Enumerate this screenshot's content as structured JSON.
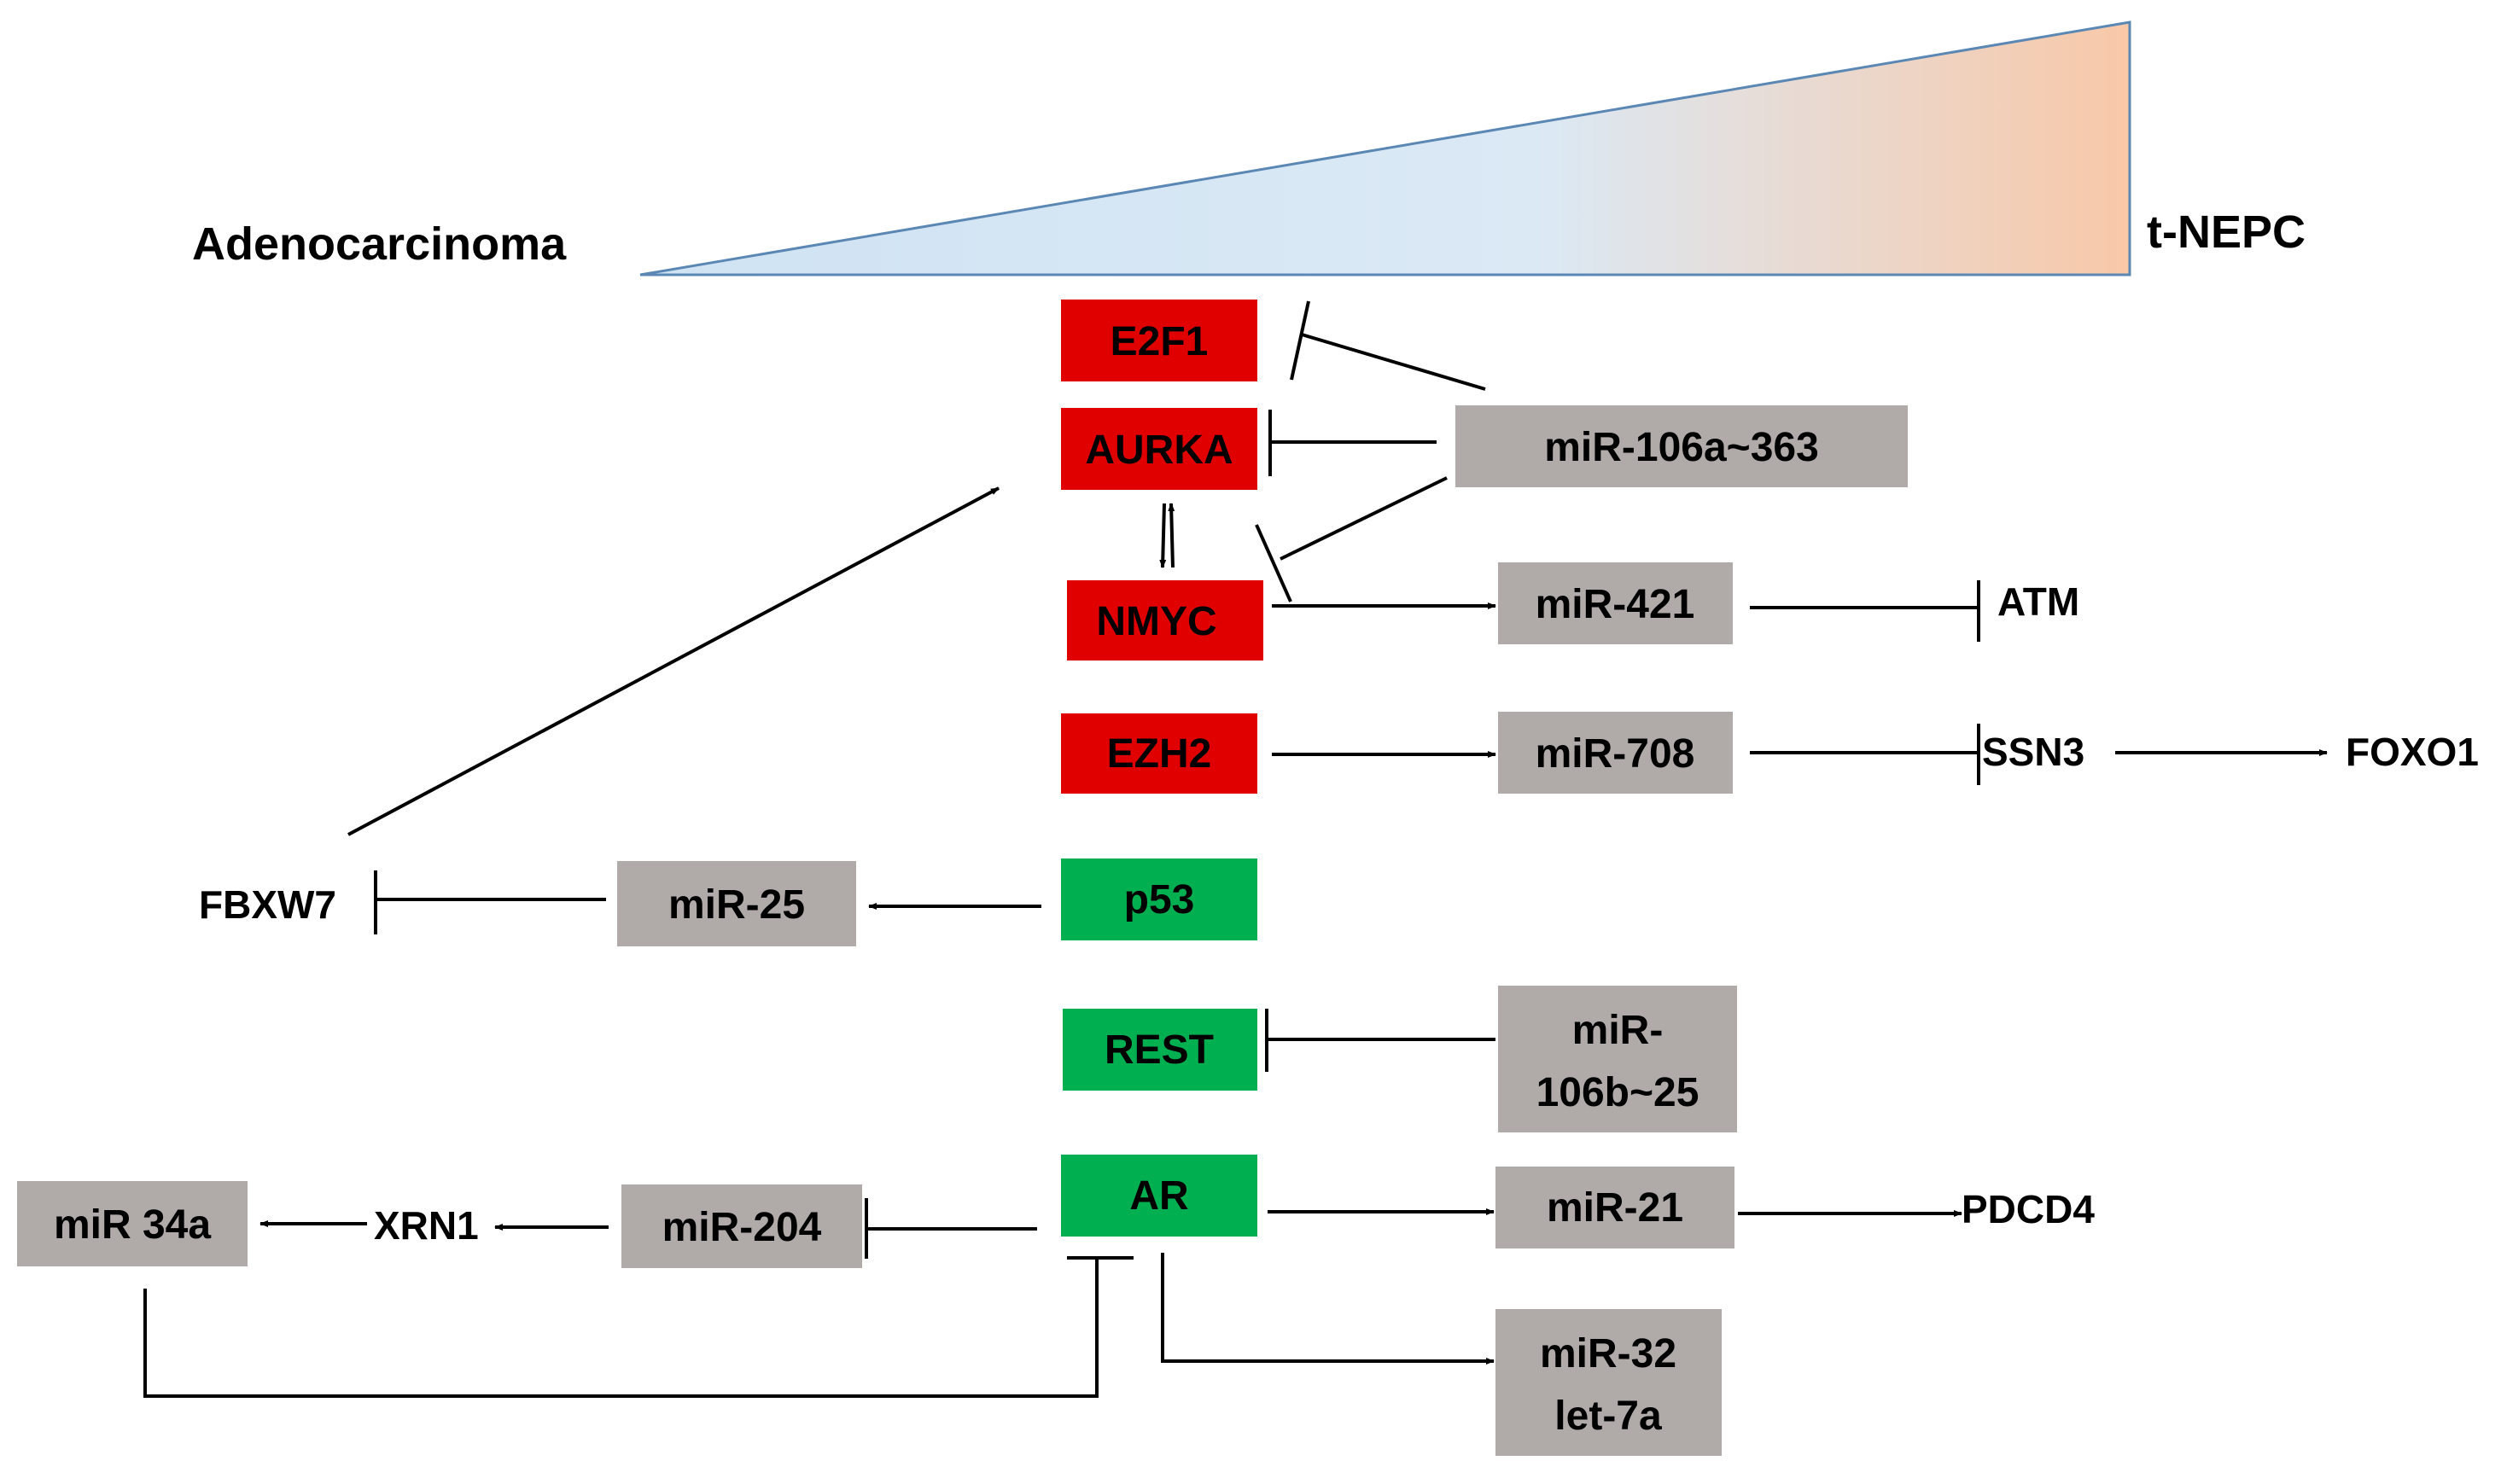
{
  "gradient": {
    "left_label": "Adenocarcinoma",
    "right_label": "t-NEPC",
    "colors": {
      "start": "#cfe3f3",
      "mid": "#dbe9f5",
      "end": "#f8c8a8",
      "outline": "#5b87b4"
    }
  },
  "colors": {
    "red_node": "#e00000",
    "green_node": "#00b050",
    "gray_node": "#b0aaa9",
    "line": "#000000"
  },
  "nodes": {
    "e2f1": {
      "label": "E2F1",
      "color": "red"
    },
    "aurka": {
      "label": "AURKA",
      "color": "red"
    },
    "nmyc": {
      "label": "NMYC",
      "color": "red"
    },
    "ezh2": {
      "label": "EZH2",
      "color": "red"
    },
    "p53": {
      "label": "p53",
      "color": "green"
    },
    "rest": {
      "label": "REST",
      "color": "green"
    },
    "ar": {
      "label": "AR",
      "color": "green"
    },
    "mir106a": {
      "label": "miR-106a~363",
      "color": "gray"
    },
    "mir421": {
      "label": "miR-421",
      "color": "gray"
    },
    "mir708": {
      "label": "miR-708",
      "color": "gray"
    },
    "mir25": {
      "label": "miR-25",
      "color": "gray"
    },
    "mir106b": {
      "label_line1": "miR-",
      "label_line2": "106b~25",
      "color": "gray"
    },
    "mir21": {
      "label": "miR-21",
      "color": "gray"
    },
    "mir204": {
      "label": "miR-204",
      "color": "gray"
    },
    "mir34a": {
      "label": "miR 34a",
      "color": "gray"
    },
    "mir32": {
      "label_line1": "miR-32",
      "label_line2": "let-7a",
      "color": "gray"
    }
  },
  "targets": {
    "atm": "ATM",
    "ssn3": "SSN3",
    "foxo1": "FOXO1",
    "fbxw7": "FBXW7",
    "pdcd4": "PDCD4",
    "xrn1": "XRN1"
  },
  "edges": [
    {
      "from": "mir106a",
      "to": "e2f1",
      "type": "inhibition"
    },
    {
      "from": "mir106a",
      "to": "aurka",
      "type": "inhibition"
    },
    {
      "from": "mir106a",
      "to": "nmyc",
      "type": "inhibition"
    },
    {
      "from": "aurka",
      "to": "nmyc",
      "type": "mutual-activation"
    },
    {
      "from": "nmyc",
      "to": "mir421",
      "type": "activation"
    },
    {
      "from": "mir421",
      "to": "atm",
      "type": "inhibition"
    },
    {
      "from": "ezh2",
      "to": "mir708",
      "type": "activation"
    },
    {
      "from": "mir708",
      "to": "ssn3",
      "type": "inhibition"
    },
    {
      "from": "ssn3",
      "to": "foxo1",
      "type": "activation"
    },
    {
      "from": "p53",
      "to": "mir25",
      "type": "activation"
    },
    {
      "from": "mir25",
      "to": "fbxw7",
      "type": "inhibition"
    },
    {
      "from": "fbxw7",
      "to": "aurka",
      "type": "activation"
    },
    {
      "from": "mir106b",
      "to": "rest",
      "type": "inhibition"
    },
    {
      "from": "ar",
      "to": "mir21",
      "type": "activation"
    },
    {
      "from": "mir21",
      "to": "pdcd4",
      "type": "activation"
    },
    {
      "from": "ar",
      "to": "mir204",
      "type": "inhibition"
    },
    {
      "from": "mir204",
      "to": "xrn1",
      "type": "activation"
    },
    {
      "from": "xrn1",
      "to": "mir34a",
      "type": "activation"
    },
    {
      "from": "mir34a",
      "to": "ar",
      "type": "inhibition"
    },
    {
      "from": "ar",
      "to": "mir32",
      "type": "activation"
    }
  ]
}
